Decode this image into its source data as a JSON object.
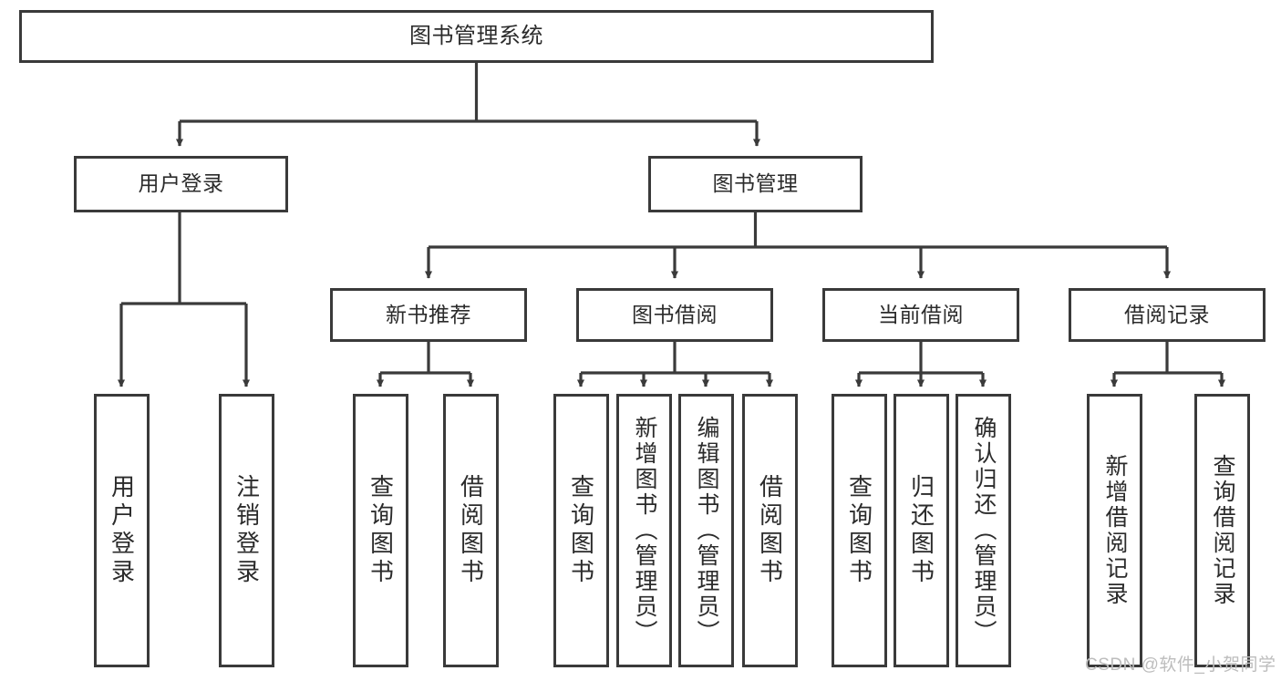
{
  "diagram": {
    "title": "图书管理系统",
    "type": "tree",
    "orientation": "top-down",
    "style": {
      "box_fill": "#ffffff",
      "box_stroke": "#3a3a3a",
      "text_color": "#2b2b2b",
      "connector_color": "#3a3a3a",
      "background": "#ffffff",
      "watermark_color": "#bdbdbd"
    },
    "root": {
      "label": "图书管理系统"
    },
    "level2": [
      {
        "label": "用户登录"
      },
      {
        "label": "图书管理"
      }
    ],
    "level3": [
      {
        "label": "新书推荐"
      },
      {
        "label": "图书借阅"
      },
      {
        "label": "当前借阅"
      },
      {
        "label": "借阅记录"
      }
    ],
    "leaves": {
      "user_login": [
        {
          "label": "用户登录"
        },
        {
          "label": "注销登录"
        }
      ],
      "new_book_recommend": [
        {
          "label": "查询图书"
        },
        {
          "label": "借阅图书"
        }
      ],
      "book_borrow": [
        {
          "label": "查询图书"
        },
        {
          "label": "新增图书（管理员）"
        },
        {
          "label": "编辑图书（管理员）"
        },
        {
          "label": "借阅图书"
        }
      ],
      "current_borrow": [
        {
          "label": "查询图书"
        },
        {
          "label": "归还图书"
        },
        {
          "label": "确认归还（管理员）"
        }
      ],
      "borrow_record": [
        {
          "label": "新增借阅记录"
        },
        {
          "label": "查询借阅记录"
        }
      ]
    },
    "watermark": "CSDN @软件_小贺同学"
  }
}
